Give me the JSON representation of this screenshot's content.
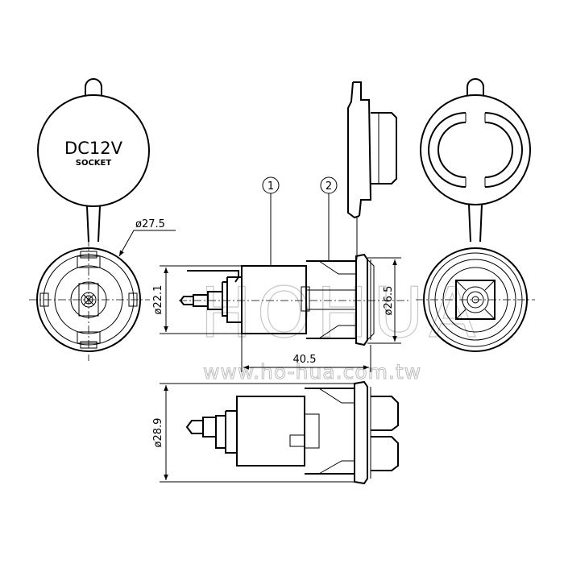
{
  "cap_label": {
    "line1": "DC12V",
    "line2": "SOCKET"
  },
  "callouts": {
    "part1": "1",
    "part2": "2"
  },
  "dimensions": {
    "face_diameter": "ø27.5",
    "body_diameter": "ø22.1",
    "flange_diameter": "ø26.5",
    "overall_length": "40.5",
    "max_diameter": "ø28.9"
  },
  "watermark": {
    "brand": "HOHUA",
    "url": "www.ho-hua.com.tw"
  }
}
